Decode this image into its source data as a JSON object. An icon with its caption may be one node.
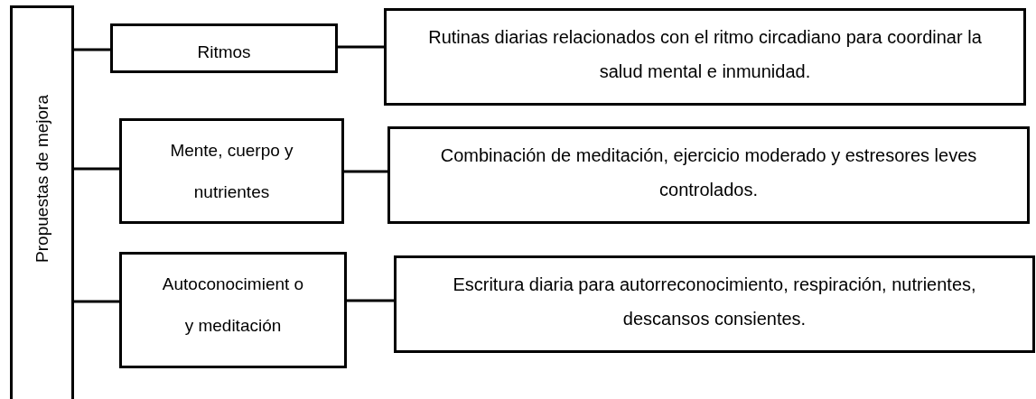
{
  "diagram": {
    "nodes": [
      {
        "text": [
          "Propuestas de mejora"
        ]
      },
      {
        "text": [
          "Ritmos"
        ]
      },
      {
        "text": [
          "Rutinas diarias relacionados con el ritmo circadiano para coordinar la salud mental e inmunidad."
        ]
      },
      {
        "text": [
          "Mente, cuerpo y nutrientes"
        ]
      },
      {
        "text": [
          "Combinación de meditación, ejercicio moderado y estresores leves controlados."
        ]
      },
      {
        "text": [
          "Autoconocimient o y meditación"
        ]
      },
      {
        "text": [
          "Escritura diaria para autorreconocimiento, respiración, nutrientes, descansos consientes."
        ]
      }
    ],
    "edges": [
      {
        "from": 0,
        "to": 1,
        "arrow": "none"
      },
      {
        "from": 1,
        "to": 2,
        "arrow": "none"
      },
      {
        "from": 0,
        "to": 3,
        "arrow": "none"
      },
      {
        "from": 3,
        "to": 4,
        "arrow": "none"
      },
      {
        "from": 0,
        "to": 5,
        "arrow": "none"
      },
      {
        "from": 5,
        "to": 6,
        "arrow": "none"
      }
    ]
  }
}
